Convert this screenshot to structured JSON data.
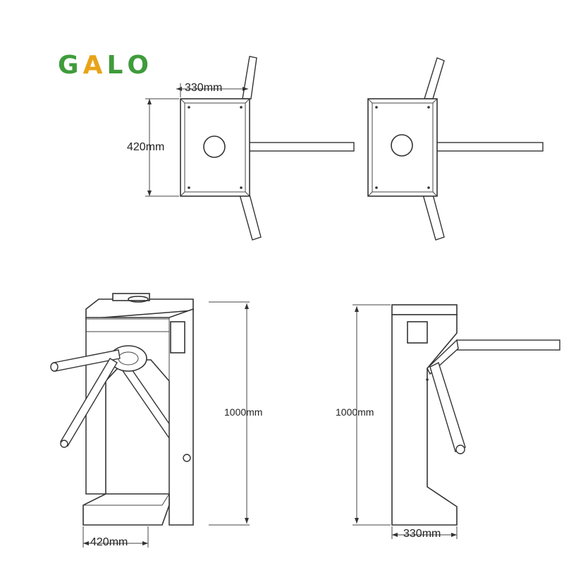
{
  "logo": {
    "letters": [
      "G",
      "A",
      "L",
      "O"
    ],
    "colors": [
      "#3f9c3b",
      "#e8a317",
      "#3f9c3b",
      "#3f9c3b"
    ]
  },
  "dimensions": {
    "top_width": "330mm",
    "top_depth": "420mm",
    "front_height": "1000mm",
    "front_width": "420mm",
    "side_height": "1000mm",
    "side_width": "330mm"
  }
}
